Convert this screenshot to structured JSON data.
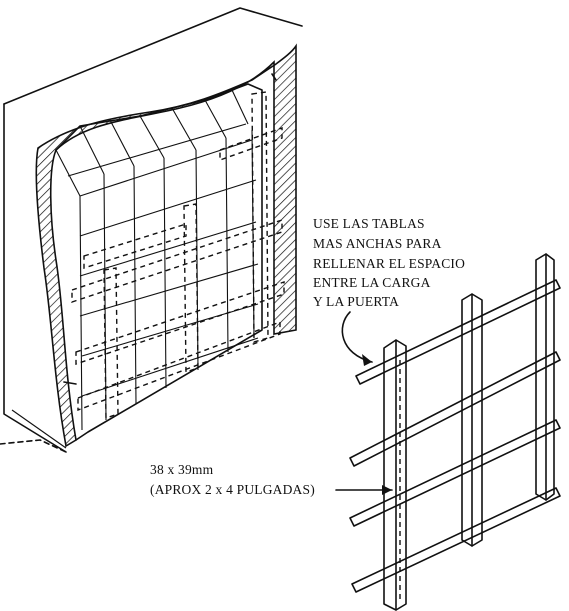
{
  "note": {
    "lines": [
      "USE LAS TABLAS",
      "MAS ANCHAS PARA",
      "RELLENAR EL ESPACIO",
      "ENTRE LA CARGA",
      "Y LA PUERTA"
    ]
  },
  "dimension": {
    "lines": [
      "38 x 39mm",
      "(APROX 2 x 4 PULGADAS)"
    ]
  },
  "colors": {
    "ink": "#111111",
    "paper": "#ffffff"
  }
}
